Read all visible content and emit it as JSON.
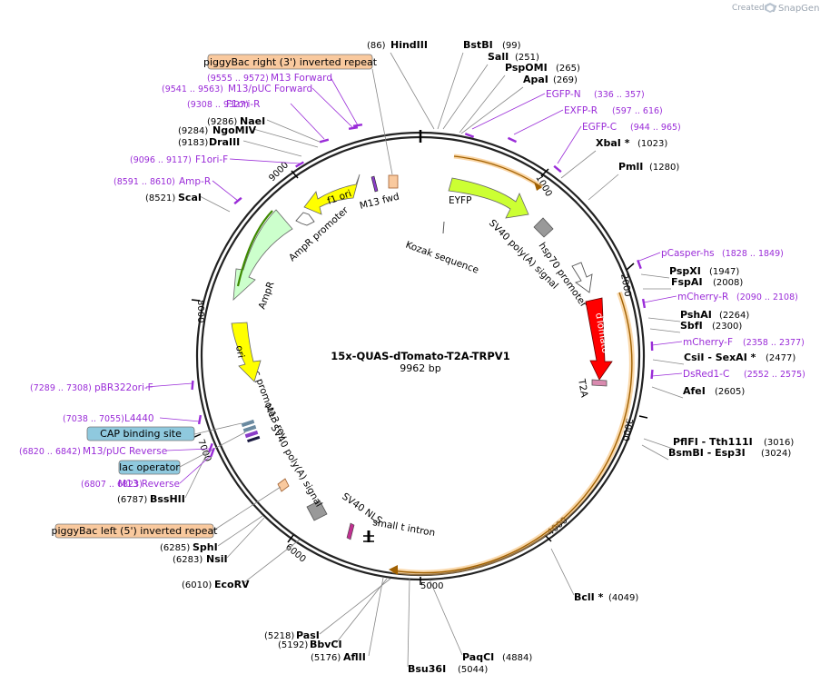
{
  "credit": {
    "prefix": "Created by",
    "brand": "SnapGene"
  },
  "title": "15x-QUAS-dTomato-T2A-TRPV1",
  "length_label": "9962 bp",
  "enzymes": [
    {
      "name": "HindIII",
      "pos": "(86)"
    },
    {
      "name": "BstBI",
      "pos": "(99)"
    },
    {
      "name": "SalI",
      "pos": "(251)"
    },
    {
      "name": "PspOMI",
      "pos": "(265)"
    },
    {
      "name": "ApaI",
      "pos": "(269)"
    },
    {
      "name": "XbaI *",
      "pos": "(1023)"
    },
    {
      "name": "PmlI",
      "pos": "(1280)"
    },
    {
      "name": "PspXI",
      "pos": "(1947)"
    },
    {
      "name": "FspAI",
      "pos": "(2008)"
    },
    {
      "name": "PshAI",
      "pos": "(2264)"
    },
    {
      "name": "SbfI",
      "pos": "(2300)"
    },
    {
      "name": "CsiI  - SexAI *",
      "pos": "(2477)"
    },
    {
      "name": "AfeI",
      "pos": "(2605)"
    },
    {
      "name": "PflFI  - Tth111I",
      "pos": "(3016)"
    },
    {
      "name": "BsmBI  - Esp3I",
      "pos": "(3024)"
    },
    {
      "name": "BclI *",
      "pos": "(4049)"
    },
    {
      "name": "PaqCI",
      "pos": "(4884)"
    },
    {
      "name": "Bsu36I",
      "pos": "(5044)"
    },
    {
      "name": "AflII",
      "pos": "(5176)"
    },
    {
      "name": "BbvCI",
      "pos": "(5192)"
    },
    {
      "name": "PasI",
      "pos": "(5218)"
    },
    {
      "name": "EcoRV",
      "pos": "(6010)"
    },
    {
      "name": "NsiI",
      "pos": "(6283)"
    },
    {
      "name": "SphI",
      "pos": "(6285)"
    },
    {
      "name": "BssHII",
      "pos": "(6787)"
    },
    {
      "name": "ScaI",
      "pos": "(8521)"
    },
    {
      "name": "DraIII",
      "pos": "(9183)"
    },
    {
      "name": "NgoMIV",
      "pos": "(9284)"
    },
    {
      "name": "NaeI",
      "pos": "(9286)"
    }
  ],
  "primers": [
    {
      "name": "EGFP-N",
      "pos": "(336 .. 357)"
    },
    {
      "name": "EXFP-R",
      "pos": "(597 .. 616)"
    },
    {
      "name": "EGFP-C",
      "pos": "(944 .. 965)"
    },
    {
      "name": "pCasper-hs",
      "pos": "(1828 .. 1849)"
    },
    {
      "name": "mCherry-R",
      "pos": "(2090 .. 2108)"
    },
    {
      "name": "mCherry-F",
      "pos": "(2358 .. 2377)"
    },
    {
      "name": "DsRed1-C",
      "pos": "(2552 .. 2575)"
    },
    {
      "name": "pBR322ori-F",
      "pos": "(7289 .. 7308)"
    },
    {
      "name": "L4440",
      "pos": "(7038 .. 7055)"
    },
    {
      "name": "M13/pUC Reverse",
      "pos": "(6820 .. 6842)"
    },
    {
      "name": "M13 Reverse",
      "pos": "(6807 .. 6823)"
    },
    {
      "name": "Amp-R",
      "pos": "(8591 .. 8610)"
    },
    {
      "name": "F1ori-F",
      "pos": "(9096 .. 9117)"
    },
    {
      "name": "F1ori-R",
      "pos": "(9308 .. 9327)"
    },
    {
      "name": "M13/pUC Forward",
      "pos": "(9541 .. 9563)"
    },
    {
      "name": "M13 Forward",
      "pos": "(9555 .. 9572)"
    }
  ],
  "boxed_features": [
    {
      "name": "piggyBac right (3') inverted repeat",
      "color": "#f9c99e"
    },
    {
      "name": "CAP binding site",
      "color": "#8fc9de"
    },
    {
      "name": "lac operator",
      "color": "#8fc9de"
    },
    {
      "name": "piggyBac left (5') inverted repeat",
      "color": "#f9c99e"
    }
  ],
  "features": {
    "eyfp": "EYFP",
    "kozak": "Kozak sequence",
    "sv40pa1": "SV40 poly(A) signal",
    "hsp70": "hsp70 promoter",
    "dtomato": "dTomato",
    "t2a": "T2A",
    "sv40nls": "SV40 NLS",
    "small_t": "small t intron",
    "sv40pa2": "SV40 poly(A) signal",
    "m13rev": "M13 rev",
    "lacpro": "lac promoter",
    "ori": "ori",
    "ampr": "AmpR",
    "amprpro": "AmpR promoter",
    "f1ori": "f1 ori",
    "m13fwd": "M13 fwd"
  },
  "ticks": [
    "1000",
    "2000",
    "3000",
    "4000",
    "5000",
    "6000",
    "7000",
    "8000",
    "9000"
  ],
  "colors": {
    "primer": "#9a2cd8",
    "eyfp": "#ccff33",
    "dtomato": "#ff0000",
    "ori": "#ffff00",
    "ampr": "#ccffcc",
    "orange_arc": "#f5a623"
  }
}
